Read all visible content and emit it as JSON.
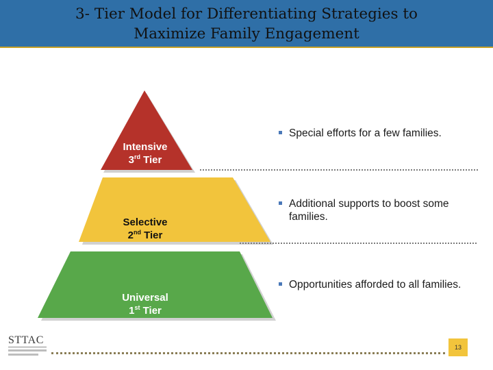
{
  "title": {
    "line1": "3- Tier Model for Differentiating Strategies to",
    "line2": "Maximize Family Engagement"
  },
  "tiers": [
    {
      "name": "Intensive",
      "number": "3",
      "suffix": "rd",
      "word": "Tier",
      "color": "#b5322a"
    },
    {
      "name": "Selective",
      "number": "2",
      "suffix": "nd",
      "word": "Tier",
      "color": "#f2c43c"
    },
    {
      "name": "Universal",
      "number": "1",
      "suffix": "st",
      "word": "Tier",
      "color": "#58a84a"
    }
  ],
  "bullets": [
    {
      "text": "Special efforts for a few families."
    },
    {
      "line1": "Additional supports to boost some",
      "line2": "families."
    },
    {
      "text": "Opportunities afforded to all families."
    }
  ],
  "footer": {
    "logo_text": "STTAC",
    "page_number": "13",
    "accent_color": "#f2c43c"
  }
}
